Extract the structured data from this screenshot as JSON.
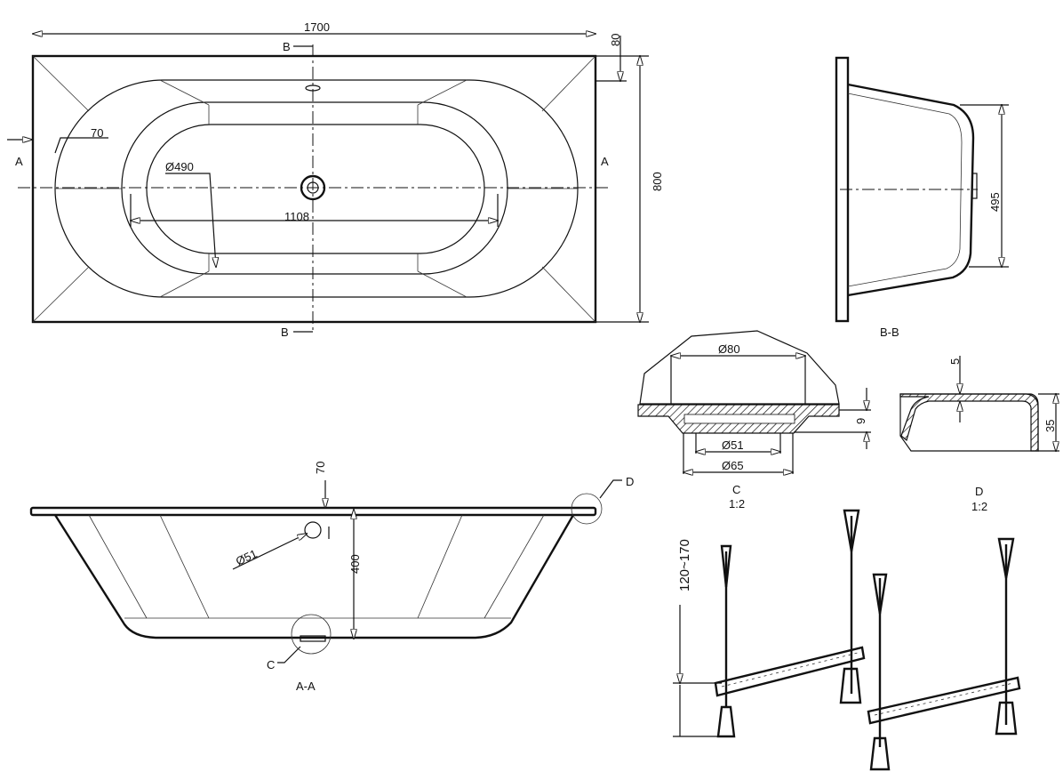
{
  "plan_view": {
    "length_dim": "1700",
    "rim_dim": "80",
    "section_b_top": "B",
    "section_b_bottom": "B",
    "section_a_left": "A",
    "section_a_right": "A",
    "edge_dim": "70",
    "drain_area_dim": "Ø490",
    "inner_length_dim": "1108",
    "width_dim": "800"
  },
  "section_bb": {
    "title": "B-B",
    "depth_dim": "495"
  },
  "detail_c": {
    "title": "C",
    "scale": "1:2",
    "top_dim": "Ø80",
    "inner_dim": "Ø51",
    "outer_dim": "Ø65",
    "thickness_dim": "9"
  },
  "detail_d": {
    "title": "D",
    "scale": "1:2",
    "thickness_dim": "5",
    "height_dim": "35"
  },
  "section_aa": {
    "title": "A-A",
    "top_dim": "70",
    "overflow_dim": "Ø51",
    "depth_dim": "400",
    "detail_c_callout": "C",
    "detail_d_callout": "D"
  },
  "legs": {
    "height_range": "120~170"
  }
}
